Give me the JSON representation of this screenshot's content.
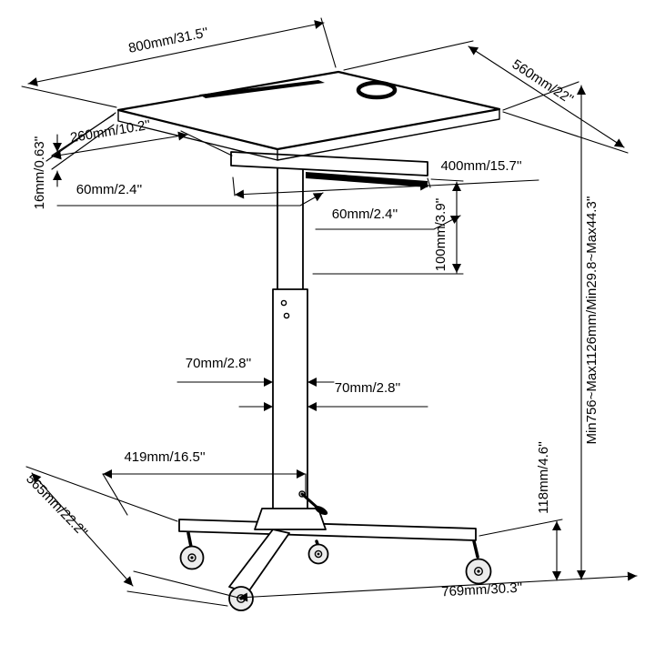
{
  "canvas": {
    "background": "#ffffff",
    "line_color": "#000000"
  },
  "dims": {
    "dim_800": "800mm/31.5''",
    "dim_560": "560mm/22''",
    "dim_260": "260mm/10.2''",
    "dim_16": "16mm/0.63''",
    "dim_400": "400mm/15.7''",
    "dim_60_a": "60mm/2.4''",
    "dim_60_b": "60mm/2.4''",
    "dim_100": "100mm/3.9''",
    "dim_70_a": "70mm/2.8''",
    "dim_70_b": "70mm/2.8''",
    "dim_419": "419mm/16.5''",
    "dim_565": "565mm/22.2''",
    "dim_118": "118mm/4.6''",
    "dim_height_range": "Min756~Max1126mm/Min29.8~Max44.3''",
    "dim_769": "769mm/30.3''"
  }
}
